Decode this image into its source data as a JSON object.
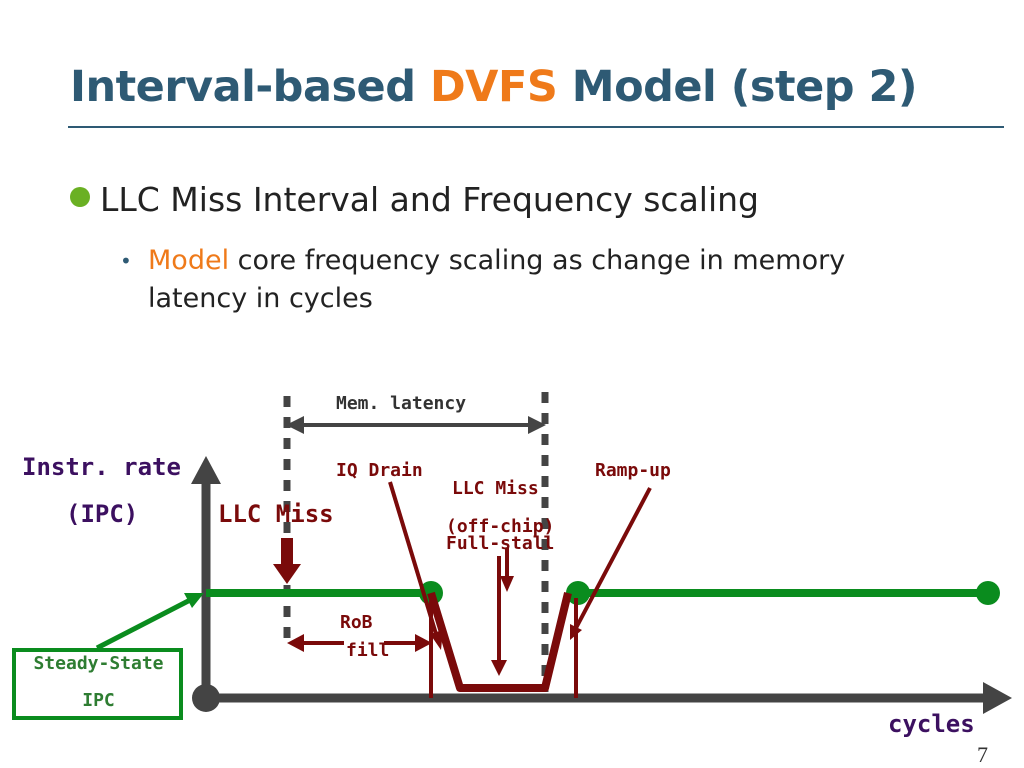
{
  "slide": {
    "title_pre": "Interval-based ",
    "title_accent": "DVFS",
    "title_post": " Model (step 2)",
    "bullet1": "LLC Miss Interval and Frequency scaling",
    "bullet2_accent": "Model",
    "bullet2_rest": " core frequency scaling as change in memory latency in cycles",
    "page_number": "7"
  },
  "diagram": {
    "y_axis_label_1": "Instr. rate",
    "y_axis_label_2": "(IPC)",
    "x_axis_label": "cycles",
    "mem_latency": "Mem. latency",
    "llc_miss": "LLC Miss",
    "iq_drain": "IQ Drain",
    "llc_miss_offchip_1": "LLC Miss",
    "llc_miss_offchip_2": "(off-chip)",
    "full_stall": "Full-stall",
    "ramp_up": "Ramp-up",
    "rob_fill_1": "RoB",
    "rob_fill_2": "fill",
    "steady_state_1": "Steady-State",
    "steady_state_2": "IPC"
  },
  "colors": {
    "title": "#2e5a74",
    "accent": "#ef7a1a",
    "bullet_dot": "#6ab023",
    "axis": "#444444",
    "ipc_line": "#0a8c1e",
    "maroon": "#7a0a0a",
    "purple": "#3c1060"
  }
}
